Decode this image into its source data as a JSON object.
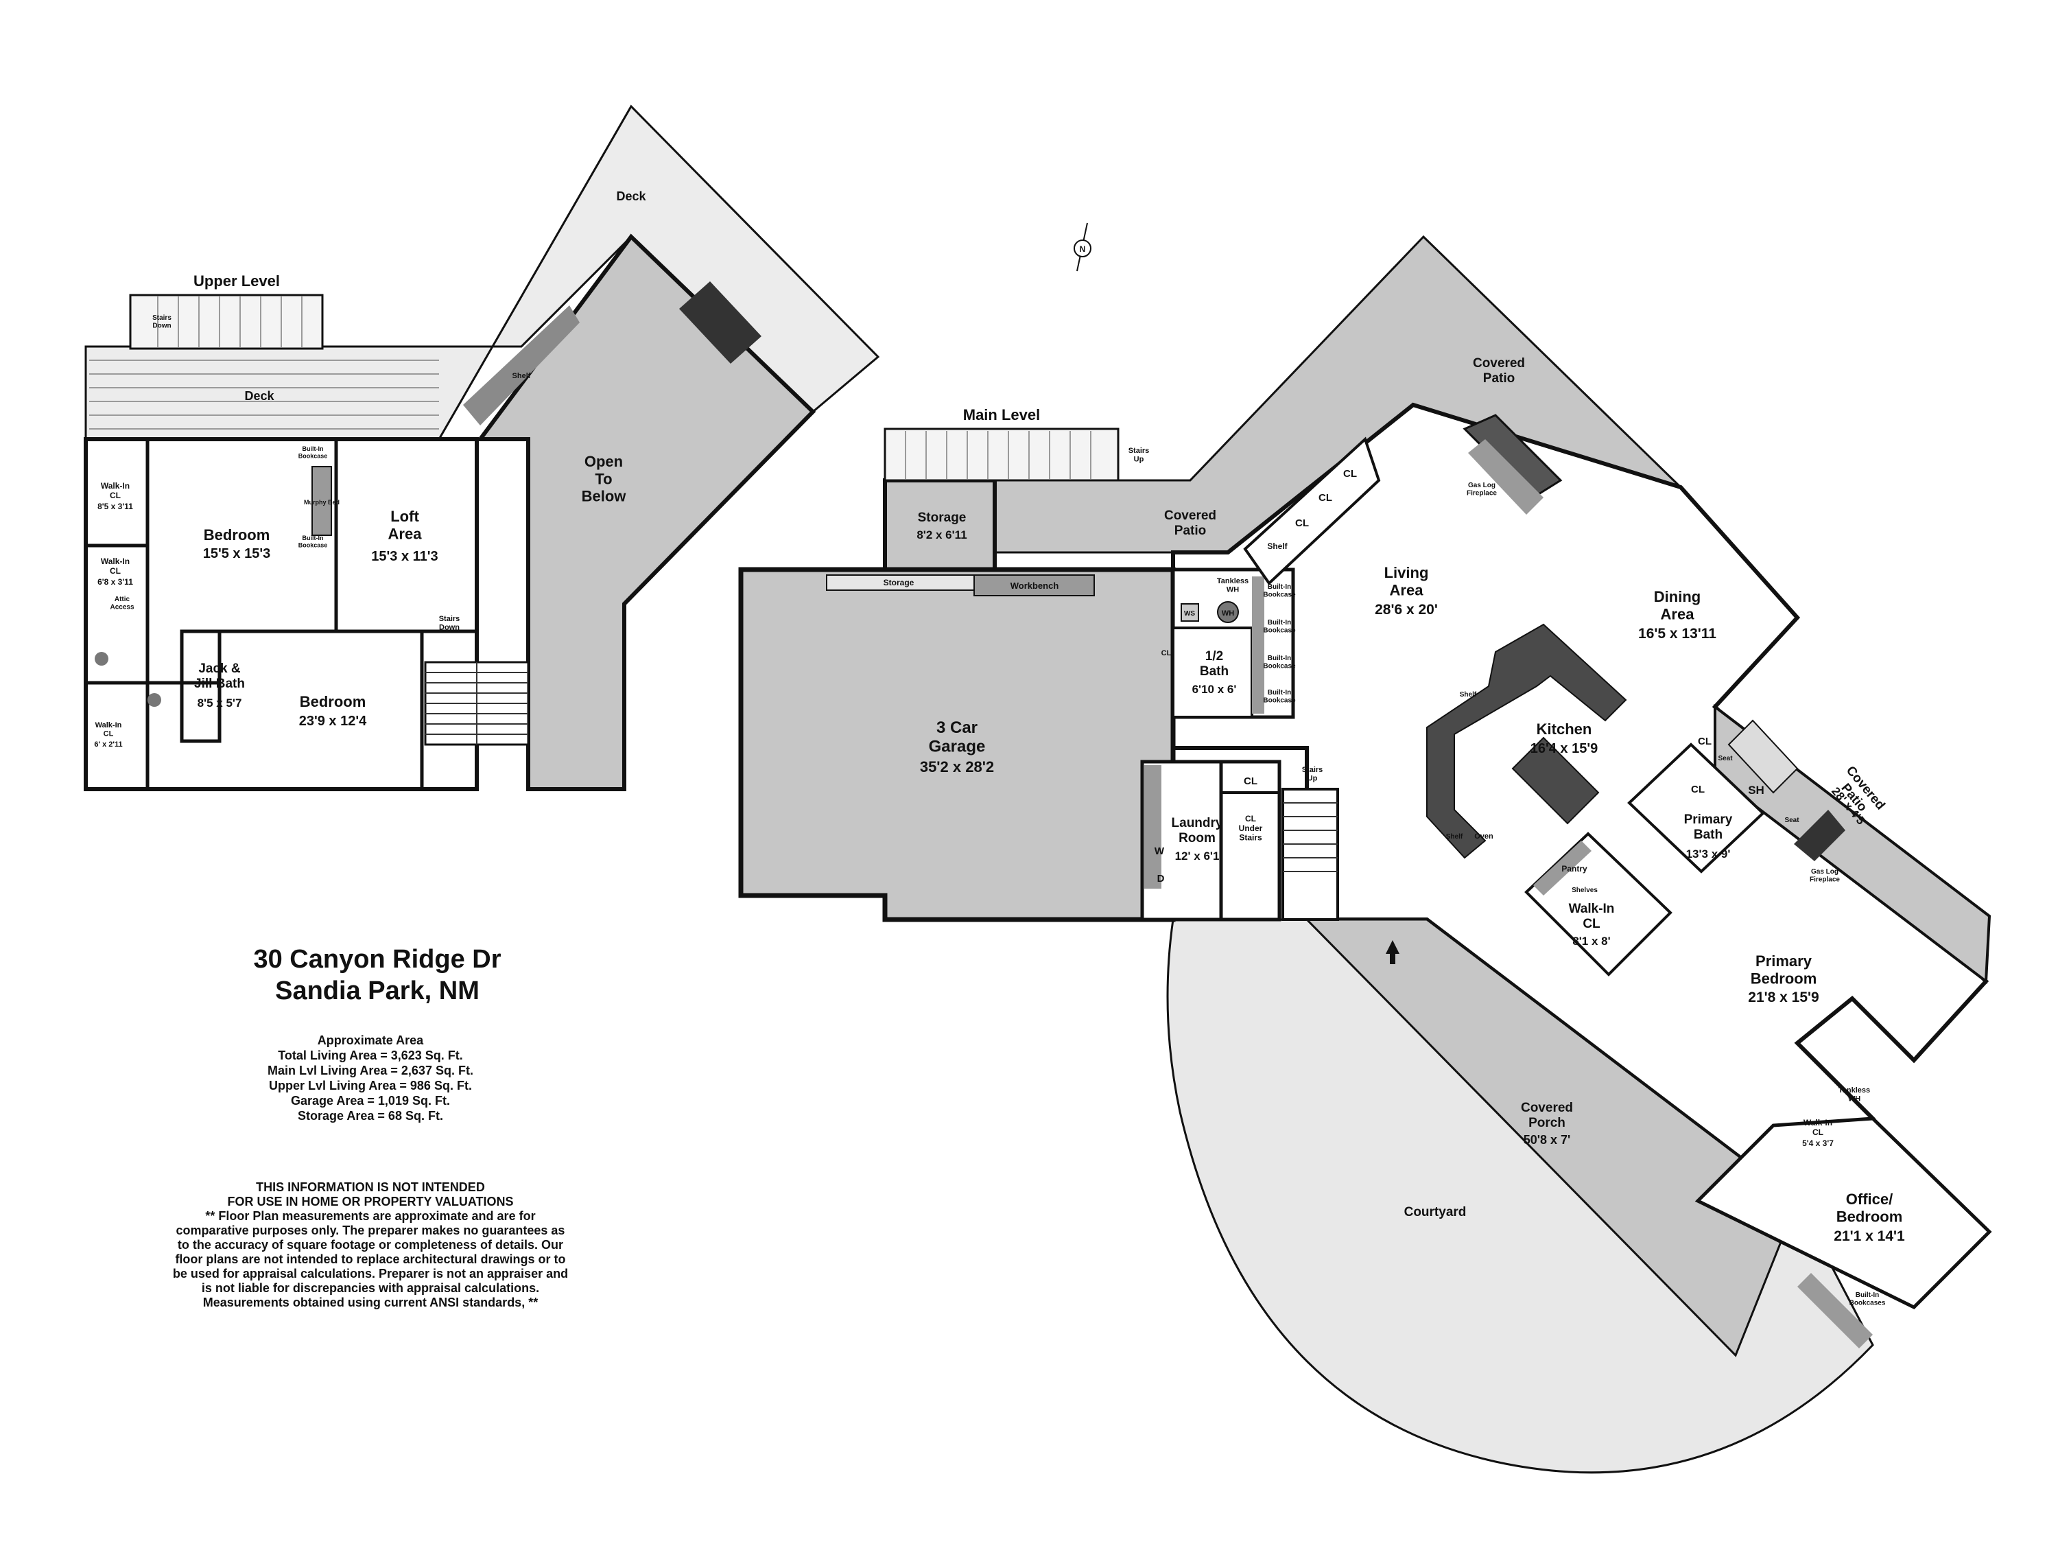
{
  "address": {
    "line1": "30 Canyon Ridge Dr",
    "line2": "Sandia Park, NM"
  },
  "area": {
    "heading": "Approximate Area",
    "lines": [
      "Total Living Area = 3,623 Sq. Ft.",
      "Main Lvl Living Area = 2,637 Sq. Ft.",
      "Upper Lvl Living Area = 986 Sq. Ft.",
      "Garage Area = 1,019 Sq. Ft.",
      "Storage Area = 68 Sq. Ft."
    ]
  },
  "disclaimer": {
    "line1": "THIS INFORMATION IS NOT INTENDED",
    "line2": "FOR USE IN HOME OR PROPERTY VALUATIONS",
    "lines": [
      "** Floor Plan measurements are approximate and are for",
      "comparative purposes only. The preparer makes no guarantees as",
      "to the accuracy of square footage or completeness of details. Our",
      "floor plans are not intended to replace architectural drawings or to",
      "be used for appraisal calculations. Preparer is not an appraiser and",
      "is not liable for discrepancies with appraisal calculations.",
      "Measurements obtained using current ANSI standards, **"
    ]
  },
  "compass": "N",
  "colors": {
    "wall": "#111111",
    "floor_gray": "#c6c6c6",
    "dark_fill": "#4a4a4a",
    "courtyard": "#e8e8e8"
  },
  "upper": {
    "level_title": "Upper Level",
    "deck_top": "Deck",
    "deck_left": "Deck",
    "stairs_down": "Stairs\nDown",
    "shelf": "Shelf",
    "open_to_below": "Open\nTo\nBelow",
    "bedroom1": {
      "name": "Bedroom",
      "dims": "15'5 x 15'3"
    },
    "loft": {
      "name": "Loft\nArea",
      "dims": "15'3 x 11'3"
    },
    "walkin1": {
      "name": "Walk-In\nCL",
      "dims": "8'5 x 3'11"
    },
    "walkin2": {
      "name": "Walk-In\nCL",
      "dims": "6'8 x 3'11"
    },
    "attic": "Attic\nAccess",
    "murphy": "Murphy Bed",
    "bookcase1": "Built-In\nBookcase",
    "bookcase2": "Built-In\nBookcase",
    "jack_jill": {
      "name": "Jack &\nJill Bath",
      "dims": "8'5 x 5'7"
    },
    "bedroom2": {
      "name": "Bedroom",
      "dims": "23'9 x 12'4"
    },
    "walkin3": {
      "name": "Walk-In\nCL",
      "dims": "6' x 2'11"
    },
    "stairs_down2": "Stairs\nDown"
  },
  "main": {
    "level_title": "Main Level",
    "stairs_up_top": "Stairs\nUp",
    "storage": {
      "name": "Storage",
      "dims": "8'2 x 6'11"
    },
    "covered_patio1": "Covered\nPatio",
    "covered_patio2": "Covered\nPatio",
    "garage_storage": "Storage",
    "workbench": "Workbench",
    "garage": {
      "name": "3 Car\nGarage",
      "dims": "35'2 x 28'2"
    },
    "tankless1": "Tankless\nWH",
    "ws": "WS",
    "wh": "WH",
    "bookcases": [
      "Built-In\nBookcase",
      "Built-In\nBookcase",
      "Built-In\nBookcase",
      "Built-In\nBookcase"
    ],
    "half_bath": {
      "name": "1/2\nBath",
      "dims": "6'10 x 6'"
    },
    "cl_small": "CL",
    "cl_shelf": "Shelf",
    "cl_labels": [
      "CL",
      "CL",
      "CL"
    ],
    "gas_log1": "Gas Log\nFireplace",
    "living": {
      "name": "Living\nArea",
      "dims": "28'6 x 20'"
    },
    "dining": {
      "name": "Dining\nArea",
      "dims": "16'5 x 13'11"
    },
    "kitchen": {
      "name": "Kitchen",
      "dims": "16'4 x 15'9"
    },
    "shelf_k1": "Shelf",
    "shelf_k2": "Shelf",
    "oven": "Oven",
    "pantry": "Pantry",
    "shelves": "Shelves",
    "cl_kitchen1": "CL",
    "cl_kitchen2": "CL",
    "seat1": "Seat",
    "seat2": "Seat",
    "sh": "SH",
    "primary_bath": {
      "name": "Primary\nBath",
      "dims": "13'3 x 9'"
    },
    "covered_patio3": {
      "name": "Covered\nPatio",
      "dims": "28' x 4'5"
    },
    "gas_log2": "Gas Log\nFireplace",
    "walkin_primary": {
      "name": "Walk-In\nCL",
      "dims": "8'1 x 8'"
    },
    "primary_bedroom": {
      "name": "Primary\nBedroom",
      "dims": "21'8 x 15'9"
    },
    "laundry": {
      "name": "Laundry\nRoom",
      "dims": "12' x 6'1"
    },
    "w": "W",
    "d": "D",
    "cl_laundry": "CL",
    "cl_under_stairs": "CL\nUnder\nStairs",
    "stairs_up2": "Stairs\nUp",
    "covered_porch": {
      "name": "Covered\nPorch",
      "dims": "50'8 x 7'"
    },
    "courtyard": "Courtyard",
    "tankless2": "Tankless\nWH",
    "walkin_office": {
      "name": "Walk-In\nCL",
      "dims": "5'4 x 3'7"
    },
    "office": {
      "name": "Office/\nBedroom",
      "dims": "21'1 x 14'1"
    },
    "bookcases_office": "Built-In\nBookcases"
  }
}
